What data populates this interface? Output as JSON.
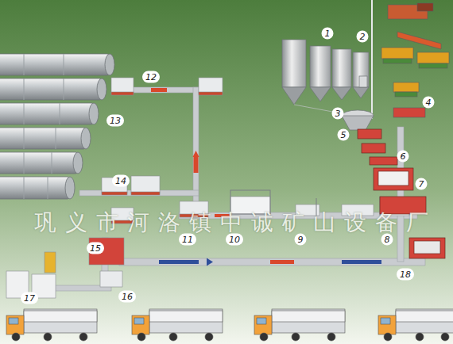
{
  "diagram": {
    "labels": [
      "1",
      "2",
      "3",
      "4",
      "5",
      "6",
      "7",
      "8",
      "9",
      "10",
      "11",
      "12",
      "13",
      "14",
      "15",
      "16",
      "17",
      "18",
      "巩义市河洛镇中诚矿山设备厂"
    ]
  }
}
